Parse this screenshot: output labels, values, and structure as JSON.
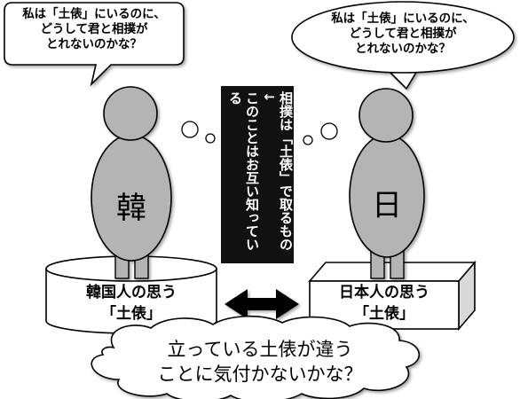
{
  "left_speech": [
    "私は「土俵」にいるのに、",
    "どうして君と相撲が",
    "とれないのかな？"
  ],
  "right_speech": [
    "私は「土俵」にいるのに、",
    "どうして君と相撲が",
    "とれないのかな？"
  ],
  "center_note": {
    "line1": "相撲は「土俵」で取るもの",
    "line2": "↓",
    "line3": "このことはお互い知っている"
  },
  "left_person": {
    "label": "韓"
  },
  "right_person": {
    "label": "日"
  },
  "left_platform": {
    "line1": "韓国人の思う",
    "line2": "「土俵」"
  },
  "right_platform": {
    "line1": "日本人の思う",
    "line2": "「土俵」"
  },
  "bottom_cloud": {
    "line1": "立っている土俵が違う",
    "line2": "ことに気付かないかな？"
  },
  "colors": {
    "figure_fill": "#b4b4b4",
    "note_bg": "#111111",
    "stroke": "#000000"
  }
}
